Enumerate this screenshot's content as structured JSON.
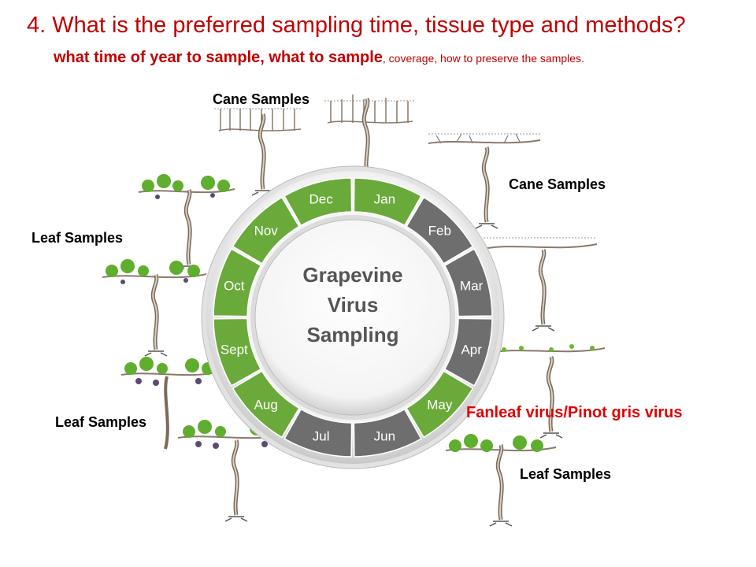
{
  "title": "4. What is the preferred sampling time, tissue type and methods?",
  "subtitle": {
    "part1": "what time of year to sample",
    "sep1": ", ",
    "part2": "what to sample",
    "rest": ", coverage, how to preserve the samples."
  },
  "wheel": {
    "center_lines": [
      "Grapevine",
      "Virus",
      "Sampling"
    ],
    "months": [
      {
        "label": "Jan",
        "status": "sampling"
      },
      {
        "label": "Feb",
        "status": "off"
      },
      {
        "label": "Mar",
        "status": "off"
      },
      {
        "label": "Apr",
        "status": "off"
      },
      {
        "label": "May",
        "status": "sampling"
      },
      {
        "label": "Jun",
        "status": "off"
      },
      {
        "label": "Jul",
        "status": "off"
      },
      {
        "label": "Aug",
        "status": "sampling"
      },
      {
        "label": "Sept",
        "status": "sampling"
      },
      {
        "label": "Oct",
        "status": "sampling"
      },
      {
        "label": "Nov",
        "status": "sampling"
      },
      {
        "label": "Dec",
        "status": "sampling"
      }
    ],
    "colors": {
      "sampling": "#6aaa3a",
      "off": "#6e6e6e"
    }
  },
  "labels": {
    "cane_top": "Cane Samples",
    "cane_right": "Cane Samples",
    "leaf_left_top": "Leaf Samples",
    "leaf_left_bottom": "Leaf Samples",
    "leaf_right": "Leaf Samples",
    "virus_note": "Fanleaf virus/Pinot gris virus"
  }
}
